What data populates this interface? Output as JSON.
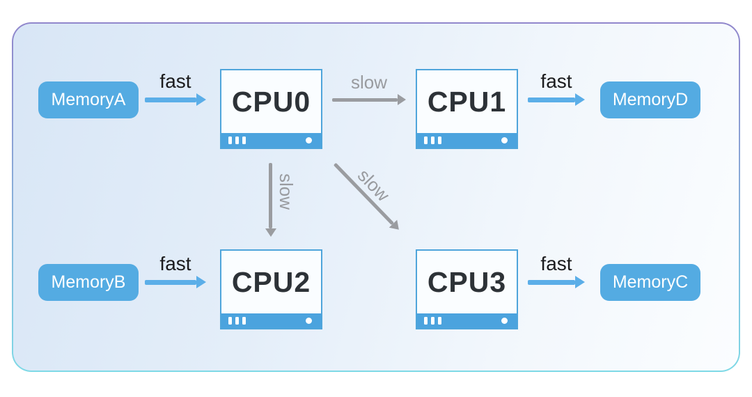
{
  "nodes": {
    "memoryA": {
      "label": "MemoryA",
      "type": "memory"
    },
    "memoryB": {
      "label": "MemoryB",
      "type": "memory"
    },
    "memoryC": {
      "label": "MemoryC",
      "type": "memory"
    },
    "memoryD": {
      "label": "MemoryD",
      "type": "memory"
    },
    "cpu0": {
      "label": "CPU0",
      "type": "cpu"
    },
    "cpu1": {
      "label": "CPU1",
      "type": "cpu"
    },
    "cpu2": {
      "label": "CPU2",
      "type": "cpu"
    },
    "cpu3": {
      "label": "CPU3",
      "type": "cpu"
    }
  },
  "edges": {
    "memoryA_cpu0": {
      "label": "fast",
      "from": "MemoryA",
      "to": "CPU0",
      "speed": "fast"
    },
    "cpu0_cpu1": {
      "label": "slow",
      "from": "CPU0",
      "to": "CPU1",
      "speed": "slow"
    },
    "cpu1_memoryD": {
      "label": "fast",
      "from": "CPU1",
      "to": "MemoryD",
      "speed": "fast"
    },
    "cpu0_cpu2": {
      "label": "slow",
      "from": "CPU0",
      "to": "CPU2",
      "speed": "slow"
    },
    "cpu0_cpu3": {
      "label": "slow",
      "from": "CPU0",
      "to": "CPU3",
      "speed": "slow"
    },
    "memoryB_cpu2": {
      "label": "fast",
      "from": "MemoryB",
      "to": "CPU2",
      "speed": "fast"
    },
    "cpu3_memoryC": {
      "label": "fast",
      "from": "CPU3",
      "to": "MemoryC",
      "speed": "fast"
    }
  },
  "colors": {
    "memory_fill": "#54abe2",
    "memory_text": "#ffffff",
    "cpu_border": "#4fa5db",
    "cpu_footer_bar": "#4ba3de",
    "cpu_text": "#2d3237",
    "fast_arrow": "#5baee8",
    "fast_label_text": "#1b1b1d",
    "slow_arrow_and_text": "#9a9ca0",
    "card_border_top": "#9187cc",
    "card_border_bottom": "#7ed9e6",
    "card_fill_start": "#d8e6f6",
    "card_fill_end": "#fbfdff",
    "page_background": "#ffffff"
  }
}
